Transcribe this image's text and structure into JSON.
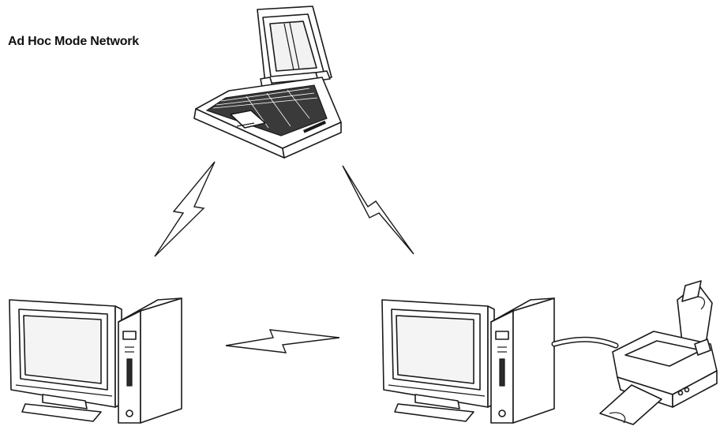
{
  "title": "Ad Hoc Mode Network",
  "nodes": [
    {
      "id": "laptop",
      "label": ""
    },
    {
      "id": "desktop-left",
      "label": ""
    },
    {
      "id": "desktop-right",
      "label": ""
    },
    {
      "id": "printer",
      "label": ""
    }
  ],
  "connections": [
    {
      "from": "laptop",
      "to": "desktop-left",
      "kind": "wireless"
    },
    {
      "from": "laptop",
      "to": "desktop-right",
      "kind": "wireless"
    },
    {
      "from": "desktop-left",
      "to": "desktop-right",
      "kind": "wireless"
    },
    {
      "from": "desktop-right",
      "to": "printer",
      "kind": "cable"
    }
  ]
}
